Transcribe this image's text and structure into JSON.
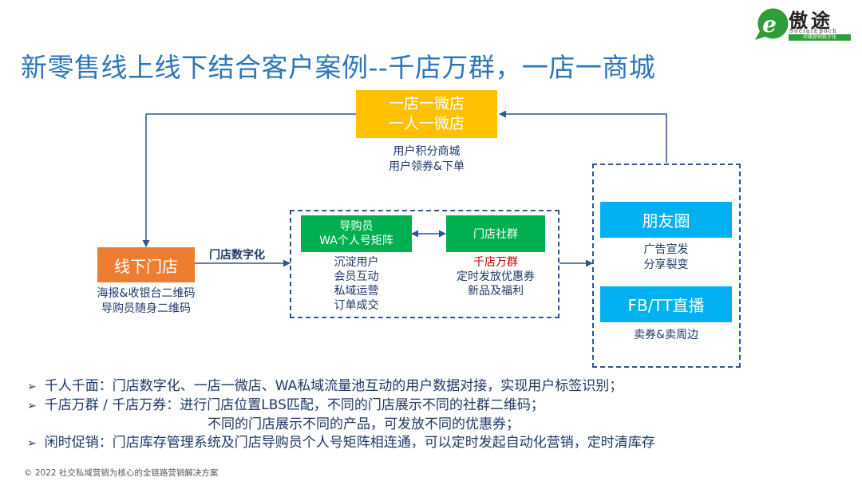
{
  "logo": {
    "name": "傲途",
    "sub": "SocialEpoch",
    "tagline": "社媒营销数字化",
    "accent": "#2e9d3a"
  },
  "title": "新零售线上线下结合客户案例--千店万群，一店一商城",
  "diagram": {
    "top_box": {
      "line1": "一店一微店",
      "line2": "一人一微店",
      "color": "#ffc000"
    },
    "top_caption": [
      "用户积分商城",
      "用户领券&下单"
    ],
    "store_box": {
      "label": "线下门店",
      "color": "#ed7d31"
    },
    "store_caption": [
      "海报&收银台二维码",
      "导购员随身二维码"
    ],
    "edge_label": "门店数字化",
    "guide_box": {
      "line1": "导购员",
      "line2": "WA个人号矩阵",
      "color": "#00b050"
    },
    "guide_caption": [
      "沉淀用户",
      "会员互动",
      "私域运营",
      "订单成交"
    ],
    "group_box": {
      "label": "门店社群",
      "color": "#00b050"
    },
    "group_caption_highlight": "千店万群",
    "group_caption": [
      "定时发放优惠券",
      "新品及福利"
    ],
    "moments_box": {
      "label": "朋友圈",
      "color": "#00b0f0"
    },
    "moments_caption": [
      "广告宣发",
      "分享裂变"
    ],
    "live_box": {
      "label": "FB/TT直播",
      "color": "#00b0f0"
    },
    "live_caption": [
      "卖券&卖周边"
    ],
    "highlight_color": "#c00000"
  },
  "bullets": [
    "千人千面：门店数字化、一店一微店、WA私域流量池互动的用户数据对接，实现用户标签识别；",
    "千店万群 / 千店万券：进行门店位置LBS匹配，不同的门店展示不同的社群二维码；",
    "不同的门店展示不同的产品，可发放不同的优惠券；",
    "闲时促销：门店库存管理系统及门店导购员个人号矩阵相连通，可以定时发起自动化营销，定时清库存"
  ],
  "bullet_marker": "➢",
  "footer": "© 2022 社交私域营销为核心的全链路营销解决方案"
}
